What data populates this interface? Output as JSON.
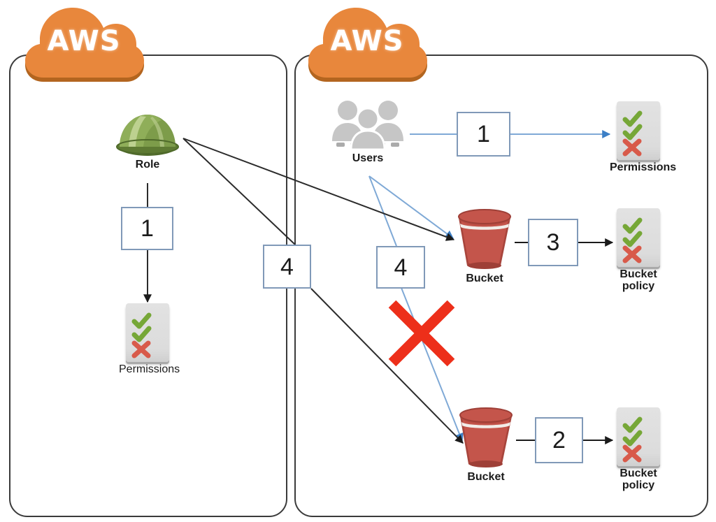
{
  "diagram": {
    "title": "AWS cross-account S3 bucket access with role, users, bucket policies and permissions"
  },
  "accounts": [
    {
      "id": "left",
      "cloud_label": "AWS"
    },
    {
      "id": "right",
      "cloud_label": "AWS"
    }
  ],
  "left_account": {
    "role": {
      "label": "Role",
      "icon": "hard-hat-icon"
    },
    "step": {
      "number": "1"
    },
    "permissions": {
      "label": "Permissions",
      "icon": "permissions-sheet-icon"
    }
  },
  "right_account": {
    "users": {
      "label": "Users",
      "icon": "users-icon"
    },
    "step_users_permissions": {
      "number": "1"
    },
    "permissions": {
      "label": "Permissions",
      "icon": "permissions-sheet-icon"
    },
    "bucket_top": {
      "label": "Bucket",
      "icon": "s3-bucket-icon"
    },
    "step_bucket_top_policy": {
      "number": "3"
    },
    "bucket_top_policy": {
      "label": "Bucket\npolicy",
      "icon": "permissions-sheet-icon"
    },
    "bucket_bottom": {
      "label": "Bucket",
      "icon": "s3-bucket-icon"
    },
    "step_bucket_bottom_policy": {
      "number": "2"
    },
    "bucket_bottom_policy": {
      "label": "Bucket\npolicy",
      "icon": "permissions-sheet-icon"
    }
  },
  "cross_account_steps": {
    "role_to_bucket_bottom": {
      "number": "4"
    },
    "users_to_bucket_bottom": {
      "number": "4"
    }
  },
  "deny_marker": {
    "icon": "red-cross-deny-icon",
    "meaning": "blocked"
  },
  "colors": {
    "aws_orange": "#E8873C",
    "aws_orange_shadow": "#B3651F",
    "container_border": "#3B3B3B",
    "num_box_border": "#8099B8",
    "blue_connector": "#7FA9D6",
    "blue_connector_dark": "#3C7FC6",
    "black_connector": "#2B2B2B",
    "bucket_red": "#C4554B",
    "bucket_red_dark": "#A8453C",
    "helmet_green": "#7D9C4A",
    "check_green": "#76A737",
    "cross_red": "#D85A4A",
    "deny_red": "#ED2F1A",
    "sheet_grey": "#DCDCDC",
    "users_grey": "#C6C6C6",
    "text_dark": "#1B1B1B"
  }
}
